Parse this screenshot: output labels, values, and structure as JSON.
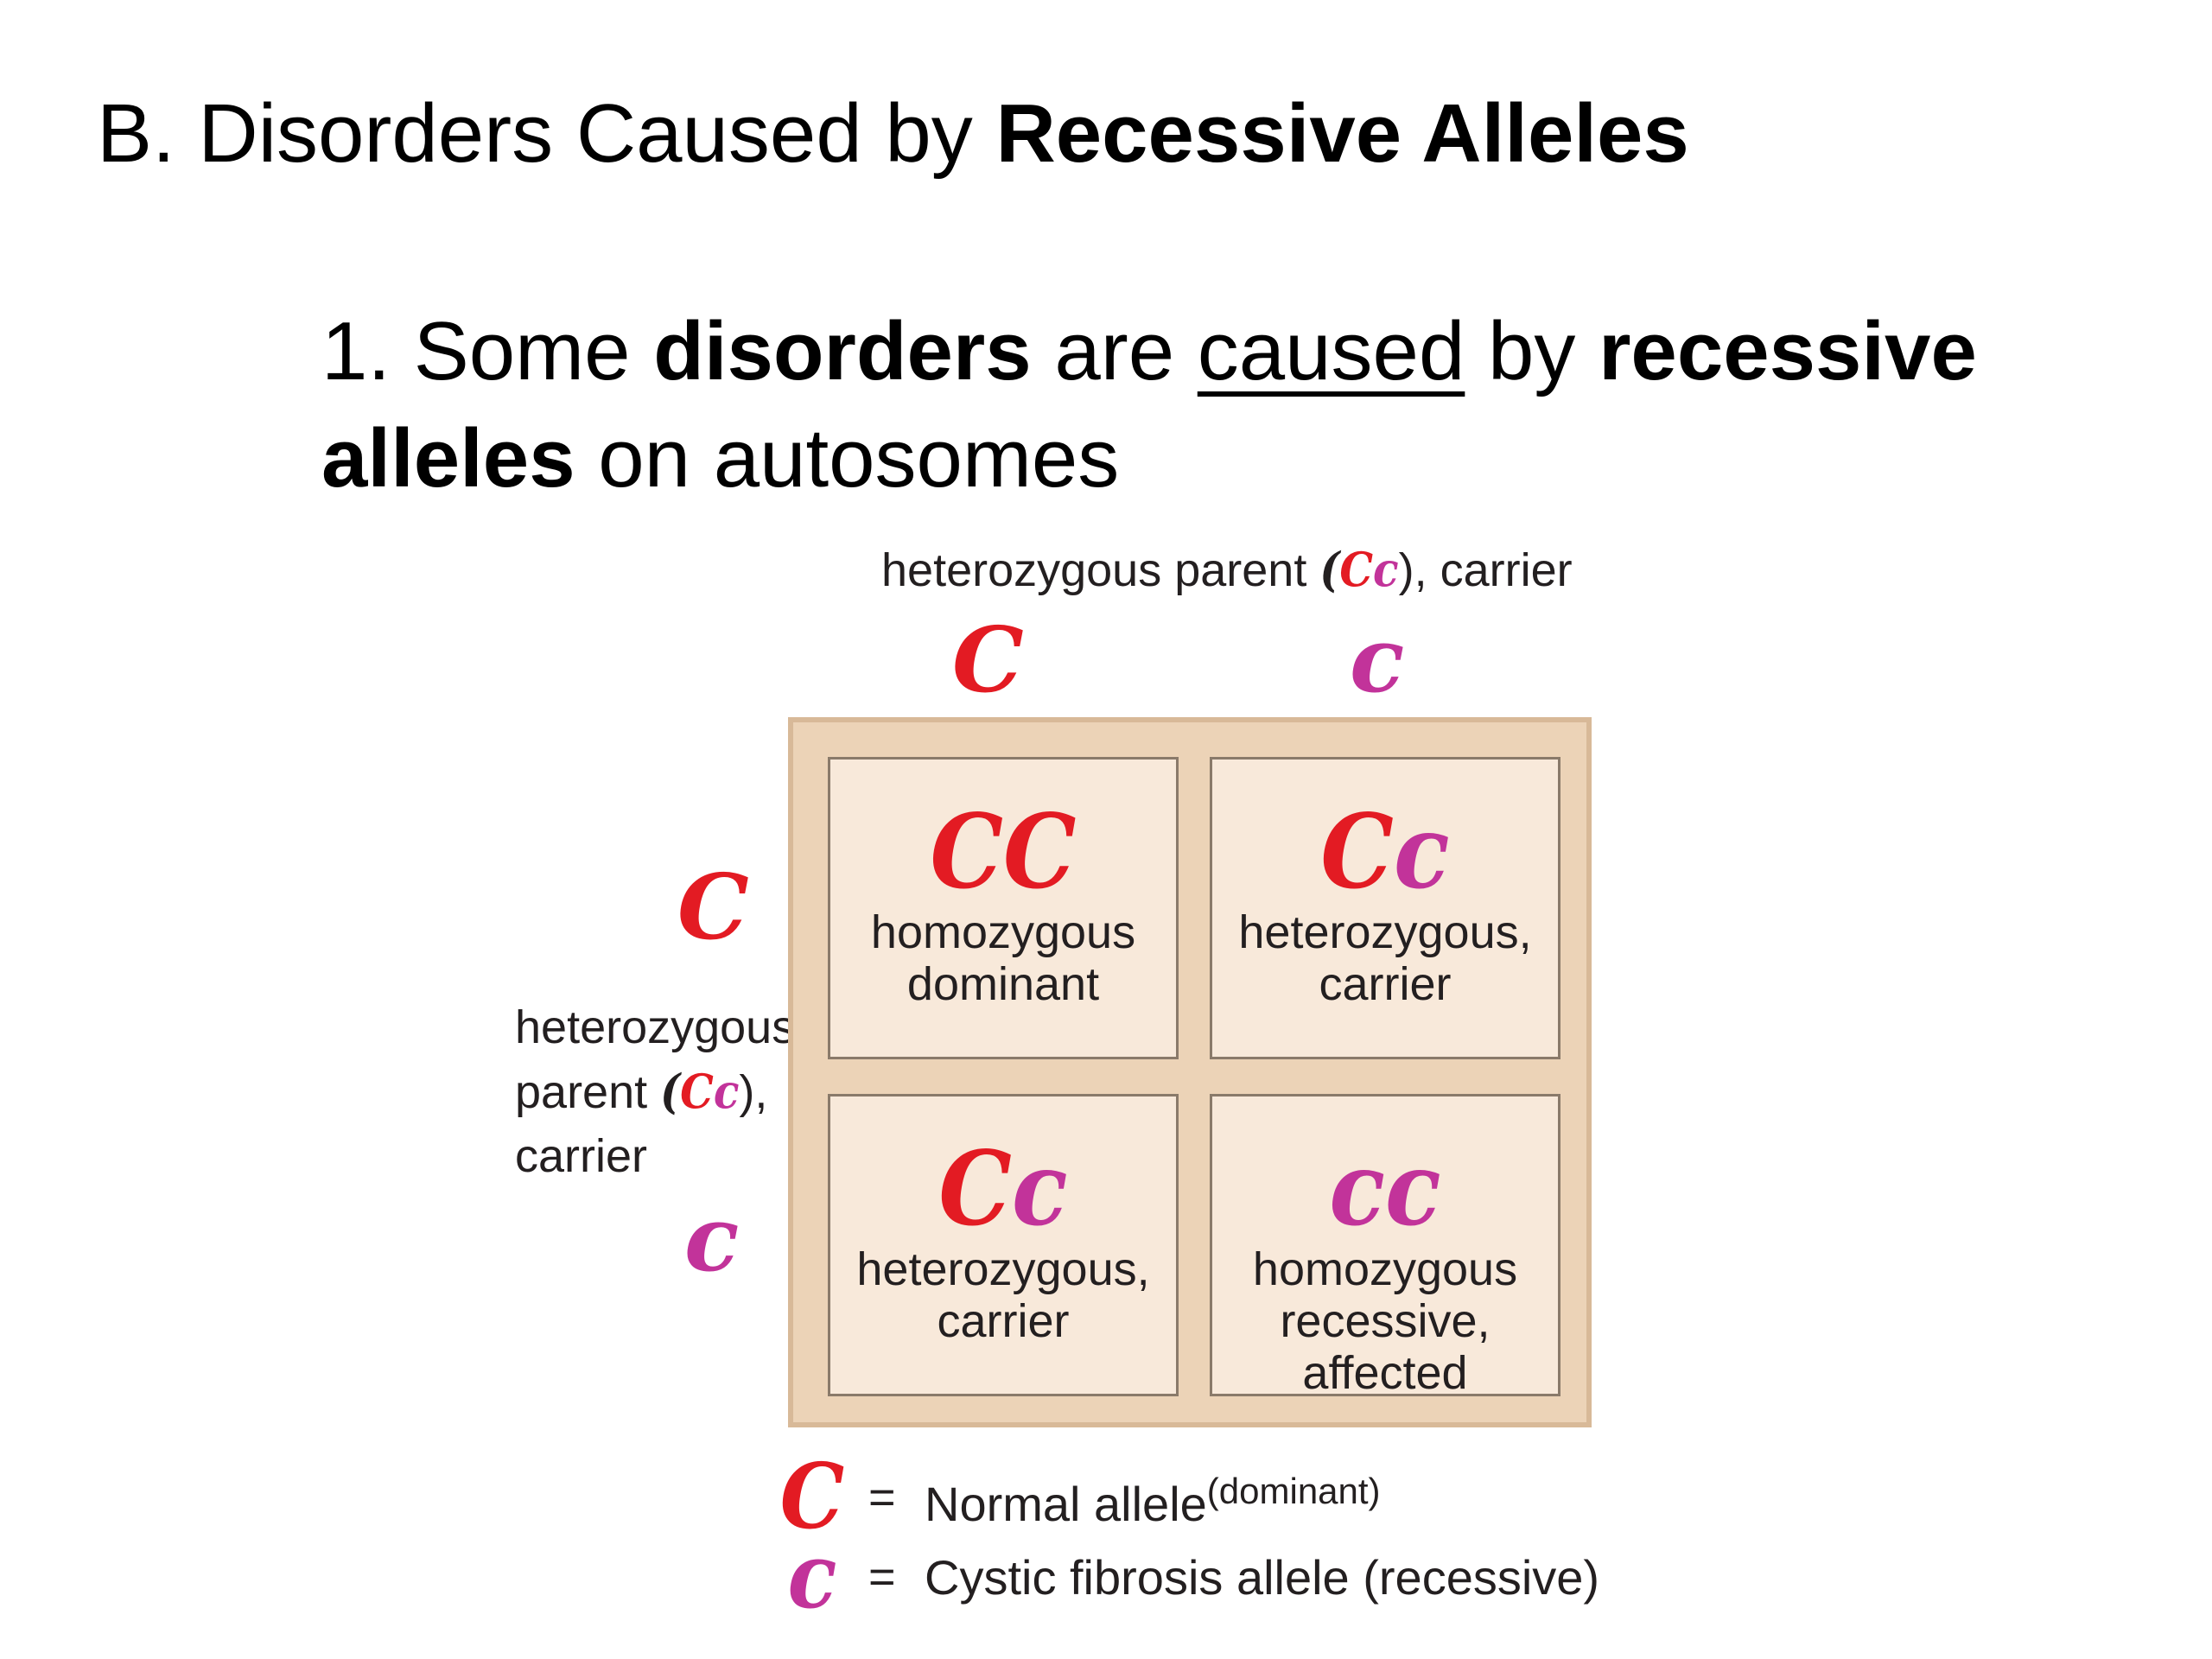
{
  "heading": {
    "prefix": "B. Disorders Caused by ",
    "bold": "Recessive Alleles"
  },
  "point": {
    "part1": "1. Some ",
    "bold1": "disorders",
    "part2": " are ",
    "underlined": "caused",
    "part3": " by ",
    "bold2": "recessive alleles",
    "part4": " on autosomes"
  },
  "diagram": {
    "top_parent": {
      "label": "heterozygous parent",
      "open": "(",
      "genotype_dominant": "C",
      "genotype_recessive": "c",
      "close": "), carrier"
    },
    "top_alleles": [
      "C",
      "c"
    ],
    "left_parent": {
      "line1": "heterozygous",
      "line2": "parent",
      "open": "(",
      "genotype_dominant": "C",
      "genotype_recessive": "c",
      "close": "),",
      "line3": "carrier"
    },
    "left_alleles": [
      "C",
      "c"
    ],
    "cells": [
      {
        "allele1": "C",
        "allele2": "C",
        "line1": "homozygous",
        "line2": "dominant"
      },
      {
        "allele1": "C",
        "allele2": "c",
        "line1": "heterozygous,",
        "line2": "carrier"
      },
      {
        "allele1": "C",
        "allele2": "c",
        "line1": "heterozygous,",
        "line2": "carrier"
      },
      {
        "allele1": "c",
        "allele2": "c",
        "line1": "homozygous",
        "line2": "recessive, affected"
      }
    ]
  },
  "legend": [
    {
      "symbol": "C",
      "equals": "=",
      "text": "Normal allele",
      "note": "(dominant)"
    },
    {
      "symbol": "c",
      "equals": "=",
      "text": "Cystic fibrosis allele (recessive)",
      "note": ""
    }
  ],
  "colors": {
    "dominant": "#e31b23",
    "recessive": "#c2339a",
    "square_border": "#d8b998",
    "square_fill": "#ecd3b7",
    "cell_fill": "#f8e9da"
  }
}
